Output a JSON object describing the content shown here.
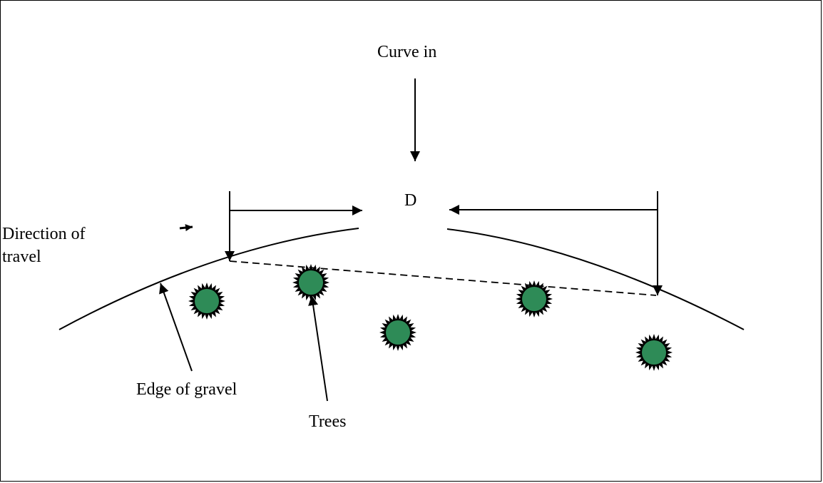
{
  "labels": {
    "curve_in": "Curve in",
    "d_marker": "D",
    "direction_line1": "Direction of",
    "direction_line2": "travel",
    "edge_of_gravel": "Edge of gravel",
    "trees": "Trees"
  },
  "colors": {
    "tree_fill": "#2e8b57",
    "tree_outline": "#000000",
    "line": "#000000"
  }
}
